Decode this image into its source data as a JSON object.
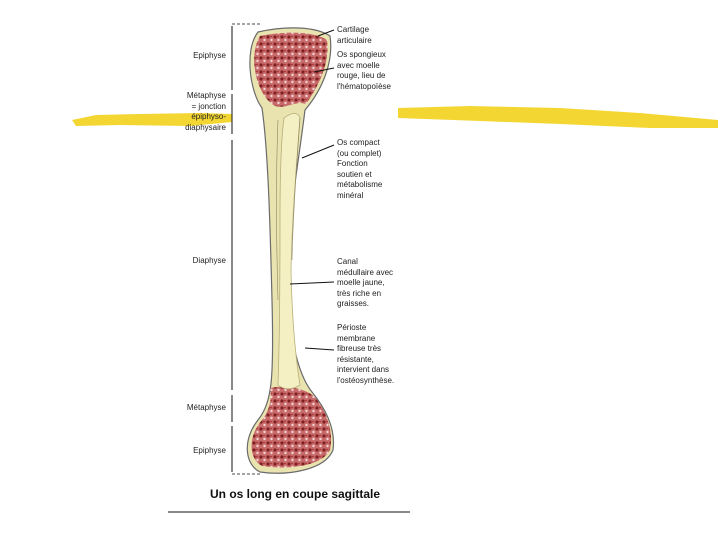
{
  "colors": {
    "highlighter": "#f2d21c",
    "cancellous_red": "#a93a3a",
    "marrow_yellow": "#f2edb0",
    "outline": "#6b6b6b",
    "leader": "#111111"
  },
  "left_labels": [
    {
      "id": "epiphyse-top",
      "lines": [
        "Epiphyse"
      ]
    },
    {
      "id": "metaphyse-top",
      "lines": [
        "Métaphyse",
        "= jonction",
        "épiphyso-",
        "diaphysaire"
      ]
    },
    {
      "id": "diaphyse",
      "lines": [
        "Diaphyse"
      ]
    },
    {
      "id": "metaphyse-bottom",
      "lines": [
        "Métaphyse"
      ]
    },
    {
      "id": "epiphyse-bottom",
      "lines": [
        "Epiphyse"
      ]
    }
  ],
  "right_labels": [
    {
      "id": "cartilage",
      "lines": [
        "Cartilage",
        "articulaire"
      ]
    },
    {
      "id": "os-spongieux",
      "lines": [
        "Os spongieux",
        "avec moelle",
        "rouge, lieu de",
        "l'hématopoïèse"
      ]
    },
    {
      "id": "os-compact",
      "lines": [
        "Os compact",
        "(ou complet)",
        "Fonction",
        "soutien et",
        "métabolisme",
        "minéral"
      ]
    },
    {
      "id": "canal-medullaire",
      "lines": [
        "Canal",
        "médullaire avec",
        "moelle jaune,",
        "très riche en",
        "graisses."
      ]
    },
    {
      "id": "perioste",
      "lines": [
        "Périoste",
        "membrane",
        "fibreuse très",
        "résistante,",
        "intervient dans",
        "l'ostéosynthèse."
      ]
    }
  ],
  "caption": "Un os long en coupe sagittale"
}
